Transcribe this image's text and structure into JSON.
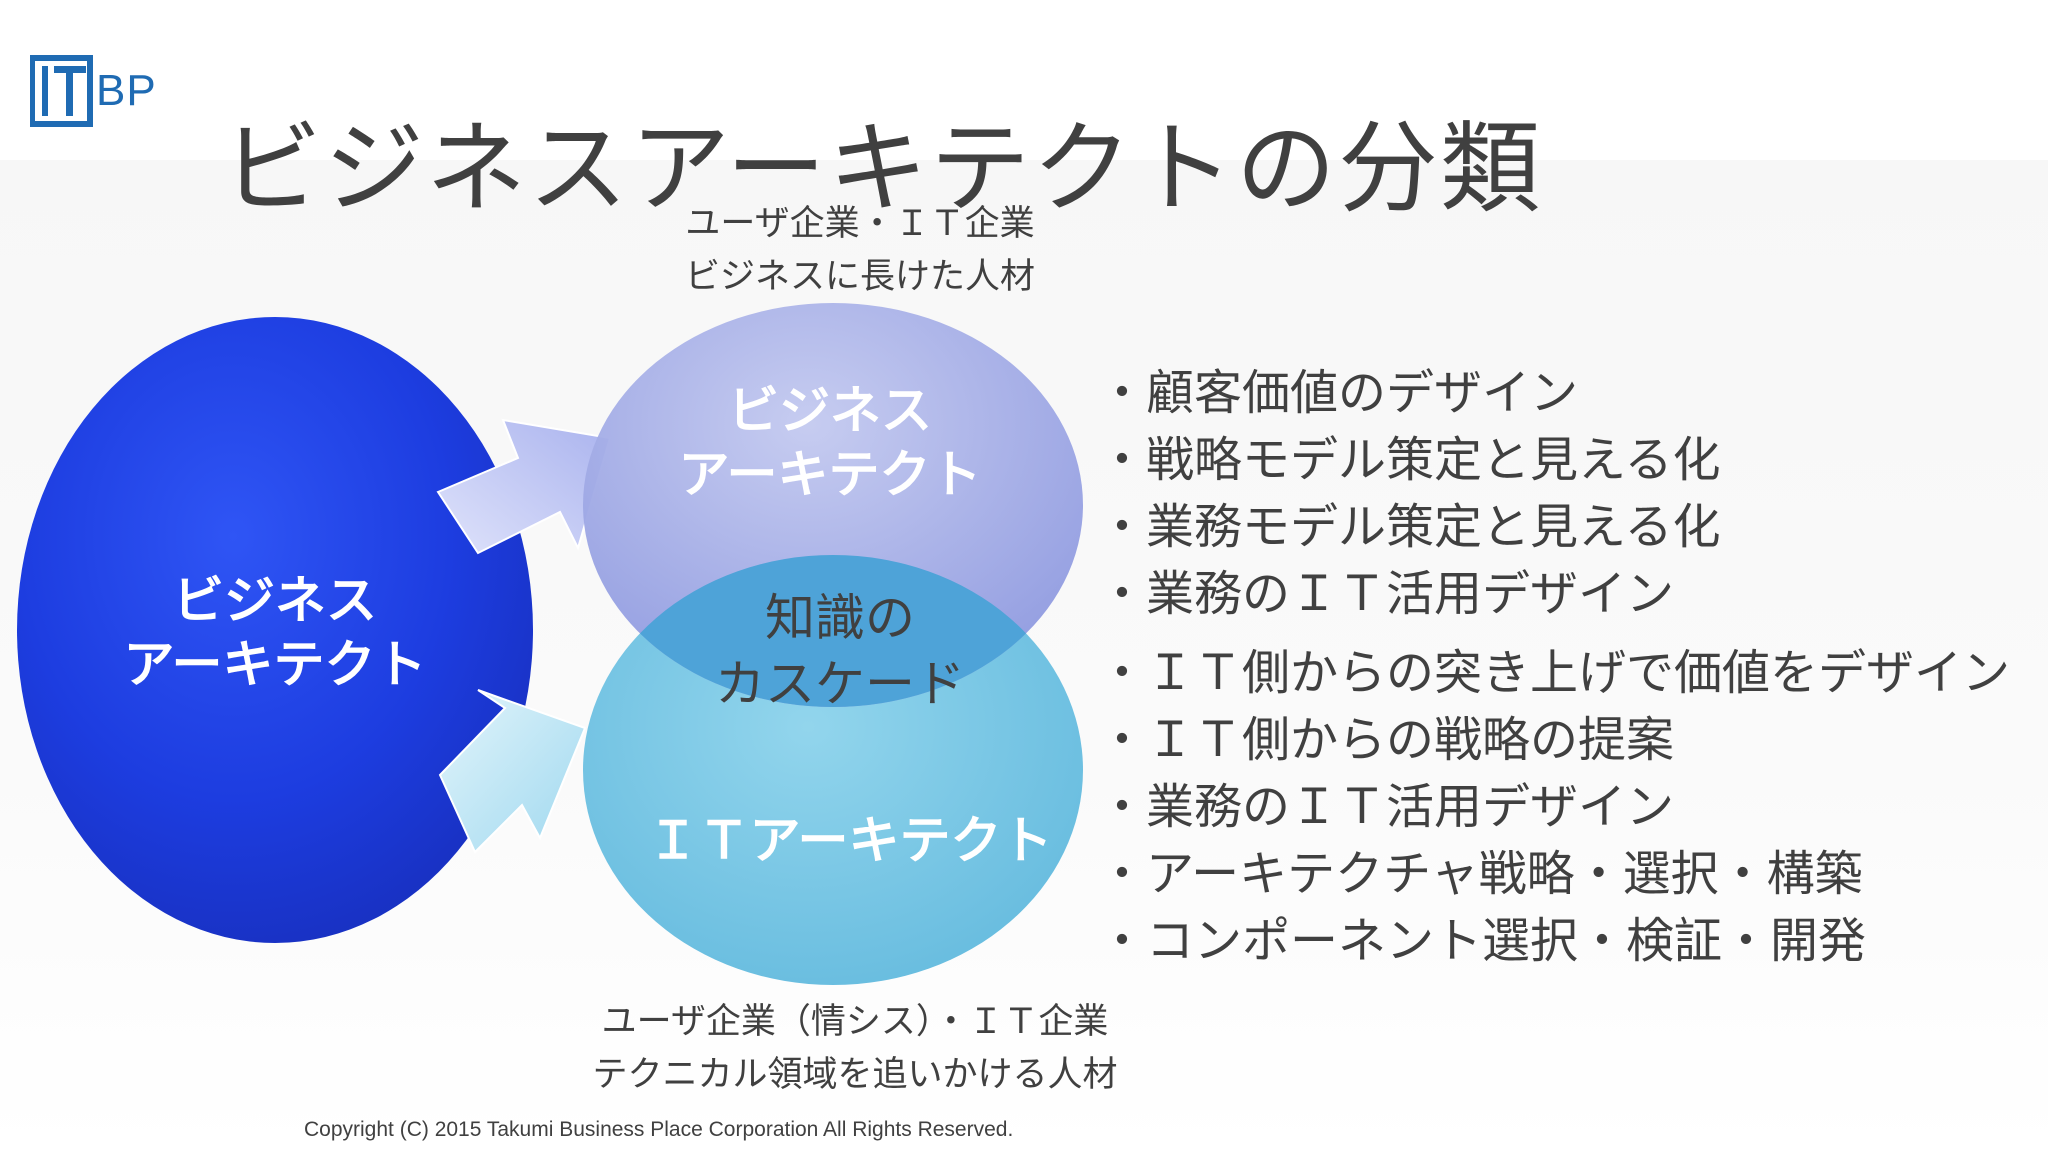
{
  "slide": {
    "title": "ビジネスアーキテクトの分類",
    "logo_text": "BP",
    "copyright": "Copyright (C) 2015 Takumi Business Place Corporation All Rights Reserved."
  },
  "diagram": {
    "big_circle": {
      "line1": "ビジネス",
      "line2": "アーキテクト",
      "color": "#1f3fe0"
    },
    "upper_circle": {
      "line1": "ビジネス",
      "line2": "アーキテクト",
      "color": "#9da7e3"
    },
    "lower_circle": {
      "label": "ＩＴアーキテクト",
      "color": "#6ec3e3"
    },
    "overlap": {
      "line1": "知識の",
      "line2": "カスケード"
    },
    "top_caption": {
      "line1": "ユーザ企業・ＩＴ企業",
      "line2": "ビジネスに長けた人材"
    },
    "bottom_caption": {
      "line1": "ユーザ企業（情シス）・ＩＴ企業",
      "line2": "テクニカル領域を追いかける人材"
    }
  },
  "business_items": [
    "・顧客価値のデザイン",
    "・戦略モデル策定と見える化",
    "・業務モデル策定と見える化",
    "・業務のＩＴ活用デザイン"
  ],
  "it_items": [
    "・ＩＴ側からの突き上げで価値をデザイン",
    "・ＩＴ側からの戦略の提案",
    "・業務のＩＴ活用デザイン",
    "・アーキテクチャ戦略・選択・構築",
    "・コンポーネント選択・検証・開発"
  ]
}
